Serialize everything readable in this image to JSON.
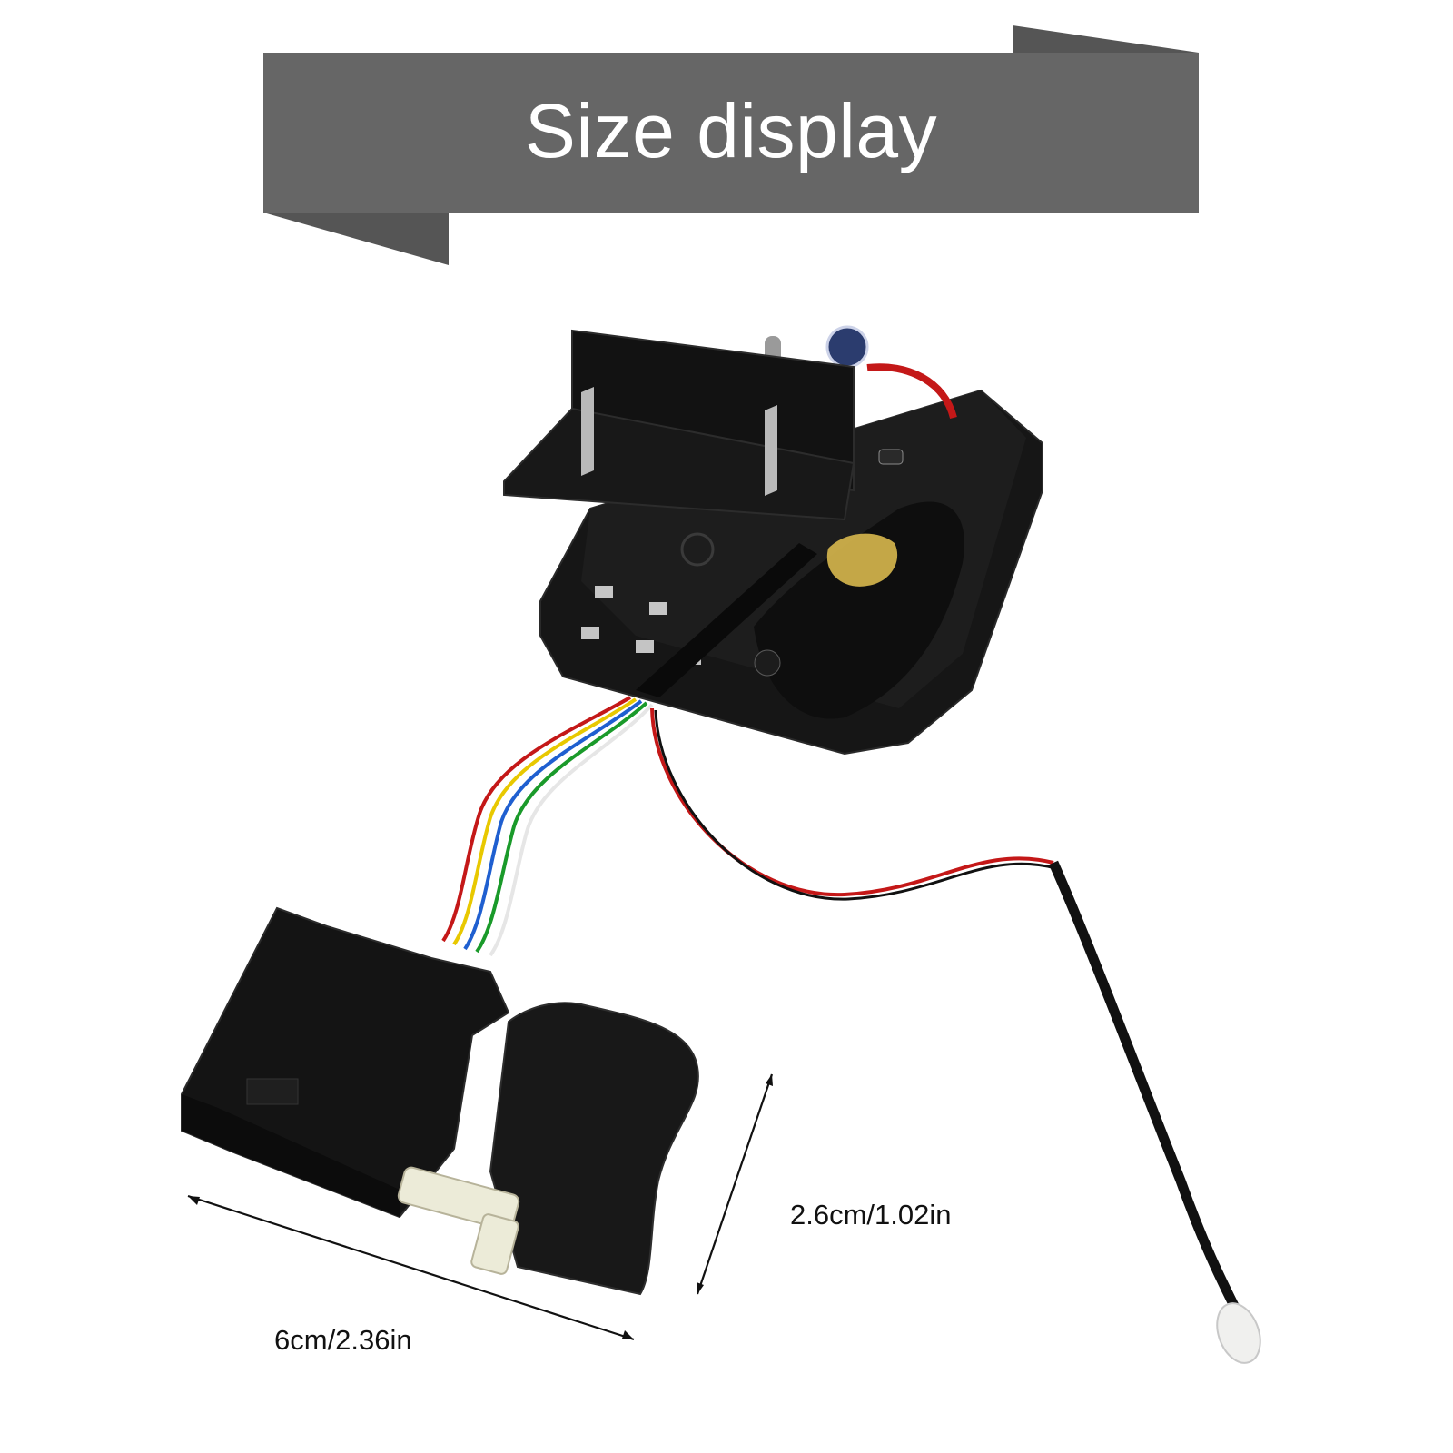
{
  "banner": {
    "title": "Size display",
    "color": "#666666"
  },
  "dimensions": {
    "width_label": "6cm/2.36in",
    "height_label": "2.6cm/1.02in"
  },
  "product": {
    "body_color": "#141414",
    "wire_colors": [
      "#e8c800",
      "#1f5fd0",
      "#1a9a2a",
      "#e8e8e8",
      "#d81818"
    ]
  }
}
